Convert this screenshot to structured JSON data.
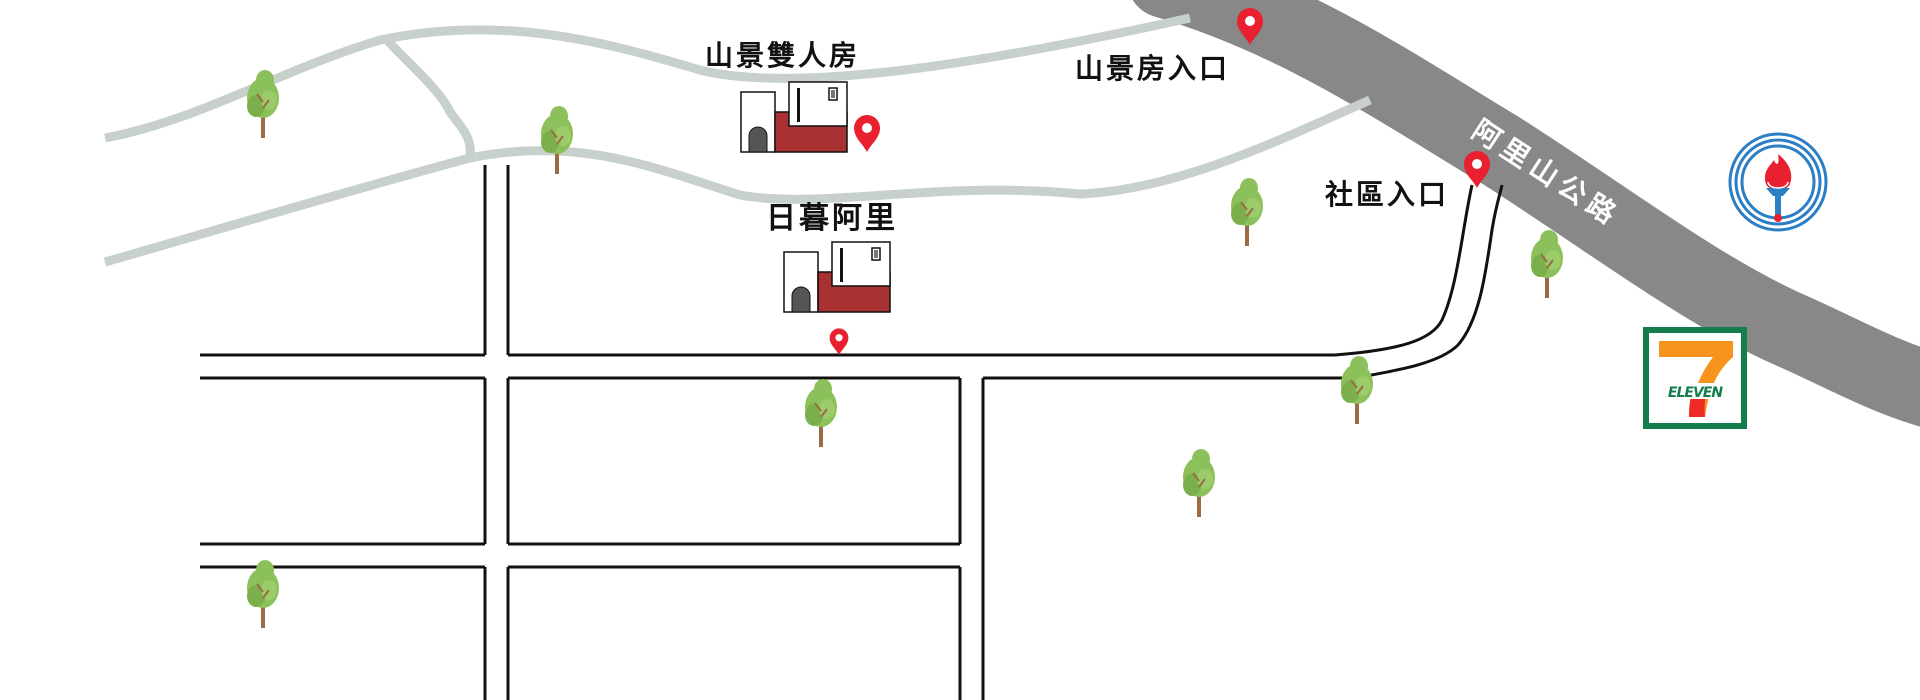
{
  "labels": {
    "mountain_room": "山景雙人房",
    "sunset_ali": "日暮阿里",
    "mountain_room_entrance": "山景房入口",
    "community_entrance": "社區入口",
    "alishan_road": "阿里山公路"
  },
  "brands": {
    "seven_eleven_text": "ELEVEN",
    "seven_eleven_digit": "7",
    "gas_station_logo": "cpc-torch-logo"
  },
  "colors": {
    "highway": "#888888",
    "minor_road": "#c8d0cc",
    "street_line": "#111111",
    "pin": "#e8202f",
    "building_red": "#a83232",
    "tree_leaf": "#8cc05a",
    "tree_trunk": "#9a6b47",
    "seven_green": "#137e4b",
    "seven_orange": "#f7941d",
    "seven_red": "#ee2a24",
    "cpc_blue": "#2c7fc4"
  },
  "icons": [
    "map-pin-icon",
    "tree-icon",
    "building-icon",
    "seven-eleven-logo",
    "cpc-gas-logo"
  ]
}
